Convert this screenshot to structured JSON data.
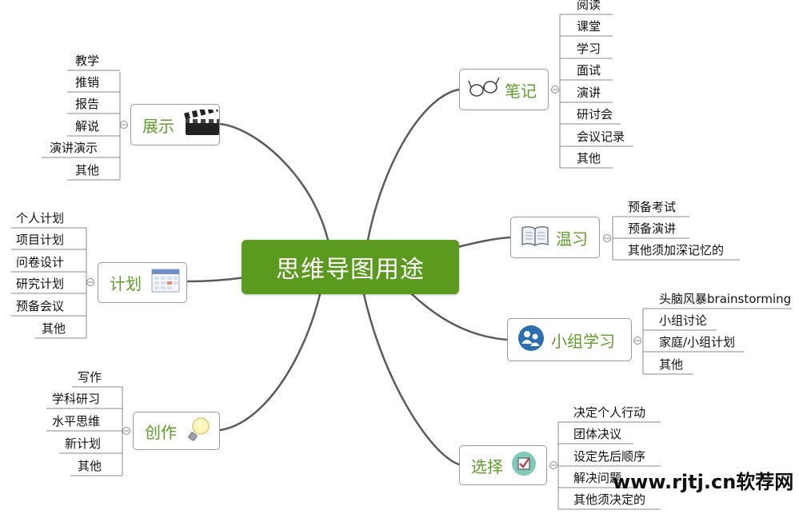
{
  "title": "思维导图用途",
  "branches": {
    "zhanshi": {
      "label": "展示",
      "icon": "clapperboard-icon",
      "items": [
        "教学",
        "推销",
        "报告",
        "解说",
        "演讲演示",
        "其他"
      ]
    },
    "jihua": {
      "label": "计划",
      "icon": "calendar-icon",
      "items": [
        "个人计划",
        "项目计划",
        "问卷设计",
        "研究计划",
        "预备会议",
        "其他"
      ]
    },
    "chuangzuo": {
      "label": "创作",
      "icon": "lightbulb-icon",
      "items": [
        "写作",
        "学科研习",
        "水平思维",
        "新计划",
        "其他"
      ]
    },
    "biji": {
      "label": "笔记",
      "icon": "glasses-icon",
      "items": [
        "阅读",
        "课堂",
        "学习",
        "面试",
        "演讲",
        "研讨会",
        "会议记录",
        "其他"
      ]
    },
    "wenxi": {
      "label": "温习",
      "icon": "book-icon",
      "items": [
        "预备考试",
        "预备演讲",
        "其他须加深记忆的"
      ]
    },
    "xiaozu": {
      "label": "小组学习",
      "icon": "people-icon",
      "items": [
        "头脑风暴brainstorming",
        "小组讨论",
        "家庭/小组计划",
        "其他"
      ]
    },
    "xuanze": {
      "label": "选择",
      "icon": "checkbox-icon",
      "items": [
        "决定个人行动",
        "团体决议",
        "设定先后顺序",
        "解决问题",
        "其他须决定的"
      ]
    }
  },
  "watermark": "www.rjtj.cn软荐网",
  "colors": {
    "center": "#5a9a1e",
    "branch_text": "#5f9e2a",
    "connector": "#555555",
    "leaf_line": "#888888"
  }
}
